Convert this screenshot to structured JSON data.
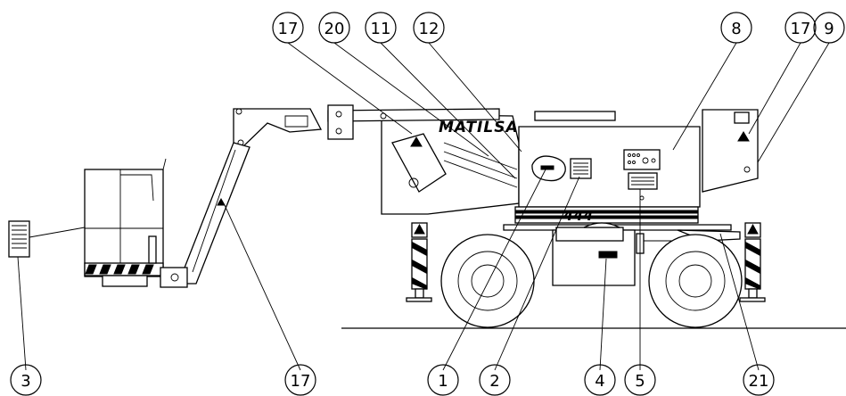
{
  "diagram": {
    "brand": "MATILSA",
    "model": "444",
    "callouts": [
      "17",
      "20",
      "11",
      "12",
      "8",
      "17",
      "9",
      "3",
      "17",
      "1",
      "2",
      "4",
      "5",
      "21"
    ]
  },
  "icons": {
    "warning": "warning-triangle-icon"
  }
}
